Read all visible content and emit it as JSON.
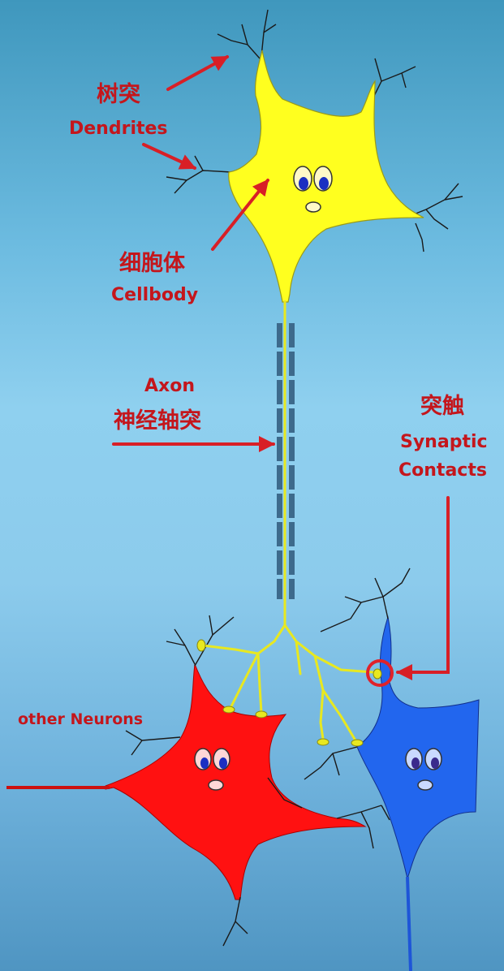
{
  "labels": {
    "dendrites_zh": "树突",
    "dendrites_en": "Dendrites",
    "cellbody_zh": "细胞体",
    "cellbody_en": "Cellbody",
    "axon_en": "Axon",
    "axon_zh": "神经轴突",
    "synaptic_zh": "突触",
    "synaptic_en_1": "Synaptic",
    "synaptic_en_2": "Contacts",
    "other_neurons": "other Neurons"
  },
  "colors": {
    "label_red": "#c4161c",
    "cell_yellow": "#ffff1f",
    "cell_red": "#ff1111",
    "cell_blue": "#2266ee",
    "myelin": "#3d6a8c",
    "dendrite": "#1a1a1a"
  }
}
